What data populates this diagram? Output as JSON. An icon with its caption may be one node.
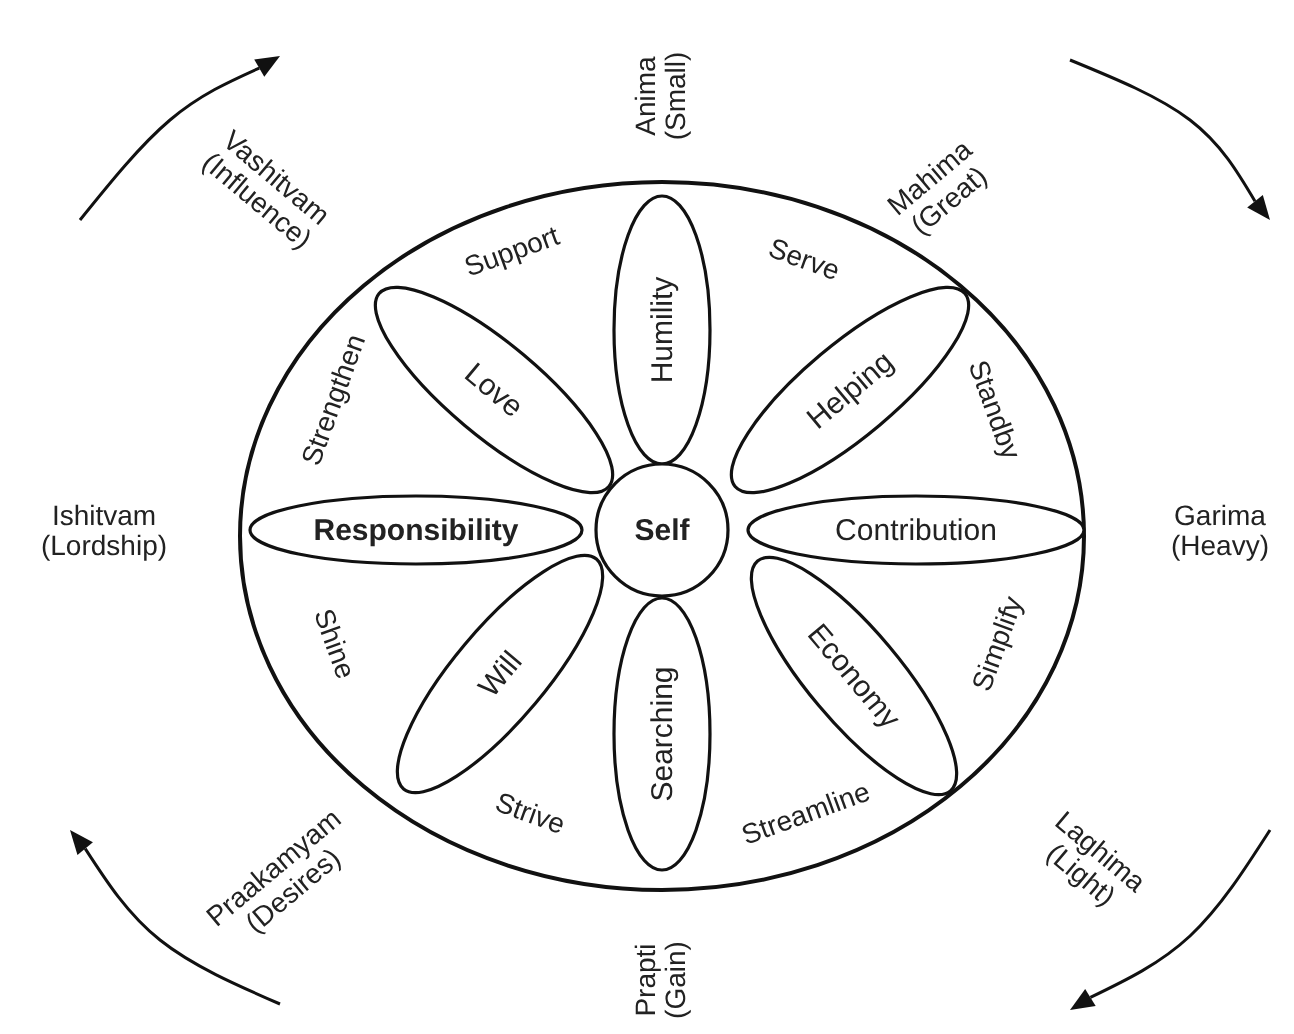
{
  "diagram": {
    "nodes": [
      {
        "text": [],
        "shape": "circle"
      },
      {
        "text": [
          "Humility"
        ],
        "in": 0
      },
      {
        "text": [
          "Love"
        ],
        "in": 0
      },
      {
        "text": [
          "Helping"
        ],
        "in": 0
      },
      {
        "text": [
          "Responsibility"
        ],
        "in": 0
      },
      {
        "text": [
          "Self"
        ],
        "in": 0
      },
      {
        "text": [
          "Contribution"
        ],
        "in": 0
      },
      {
        "text": [
          "Will"
        ],
        "in": 0
      },
      {
        "text": [
          "Economy"
        ],
        "in": 0
      },
      {
        "text": [
          "Searching"
        ],
        "in": 0
      }
    ],
    "edges": [],
    "labels": [
      "Anima (Small)",
      "Vashitvam (Influence)",
      "Mahima (Great)",
      "Support",
      "Serve",
      "Strengthen",
      "Standby",
      "Ishitvam (Lordship)",
      "Garima (Heavy)",
      "Shine",
      "Simplify",
      "Strive",
      "Streamline",
      "Praakamyam (Desires)",
      "Laghima (Light)",
      "Prapti (Gain)"
    ]
  }
}
